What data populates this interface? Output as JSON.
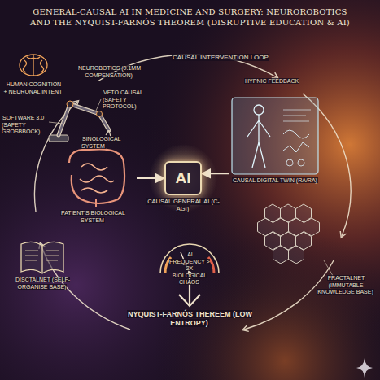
{
  "diagram": {
    "title": "GENERAL-CAUSAL AI IN MEDICINE AND SURGERY: NEUROROBOTICS AND THE NYQUIST-FARNÓS THEOREM (DISRUPTIVE EDUCATION & AI)",
    "nodes": [
      {
        "text": [
          "HUMAN COGNITION + NEURONAL INTENT"
        ]
      },
      {
        "text": [
          "NEUROBOTICS (0.1MM COMPENSATION)"
        ]
      },
      {
        "text": [
          "PATIENT'S BIOLOGICAL SYSTEM"
        ]
      },
      {
        "text": [
          "AI",
          "CAUSAL GENERAL AI (C-AGI)"
        ]
      },
      {
        "text": [
          "CAUSAL DIGITAL TWIN (RA/RA)"
        ]
      },
      {
        "text": [
          "AI FREQUENCY > 2X BIOLOGICAL CHAOS"
        ]
      },
      {
        "text": [
          "DISCTALNET (SELF-ORGANISE BASE)"
        ]
      },
      {
        "text": [
          "FRACTALNET (IMMUTABLE KNOWLEDGE BASE)"
        ]
      }
    ],
    "edges": [
      {
        "from": 2,
        "to": 3,
        "arrow": "to"
      },
      {
        "from": 4,
        "to": 3,
        "arrow": "to"
      }
    ],
    "labels": [
      "SOFTWARE 3.0 (SAFETY GROSBBOCK)",
      "VETO CAUSAL (SAFETY PROTOCOL)",
      "SINOLOGICAL SYSTEM",
      "CAUSAL INTERVENTION LOOP",
      "HYPNIC FEEDBACK",
      "NYQUIST-FARNÓS THEREEM (LOW ENTROPY)"
    ]
  }
}
